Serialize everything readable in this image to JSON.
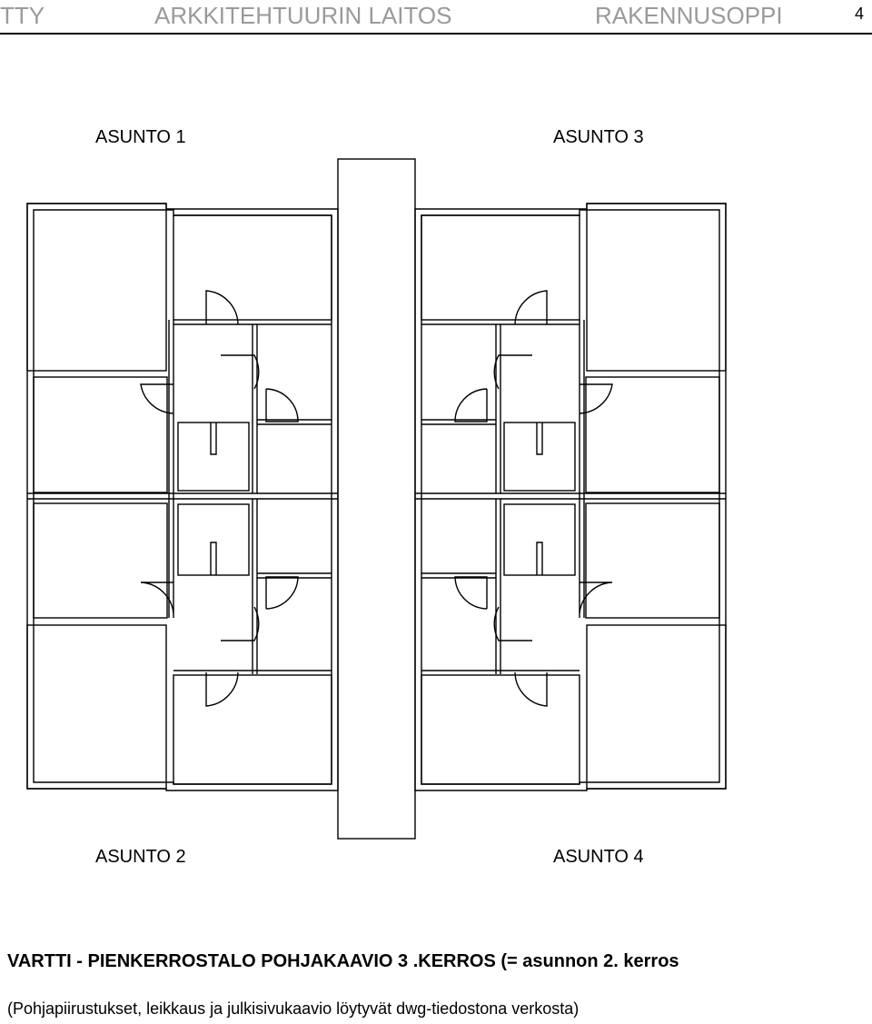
{
  "header": {
    "left": "TTY",
    "center": "ARKKITEHTUURIN LAITOS",
    "right": "RAKENNUSOPPI",
    "page_number": "4"
  },
  "units": {
    "top_left": "ASUNTO 1",
    "top_right": "ASUNTO 3",
    "bottom_left": "ASUNTO 2",
    "bottom_right": "ASUNTO 4"
  },
  "caption": {
    "title": "VARTTI - PIENKERROSTALO POHJAKAAVIO 3 .KERROS  (= asunnon 2. kerros",
    "note": "(Pohjapiirustukset, leikkaus ja julkisivukaavio löytyvät dwg-tiedostona verkosta)"
  }
}
